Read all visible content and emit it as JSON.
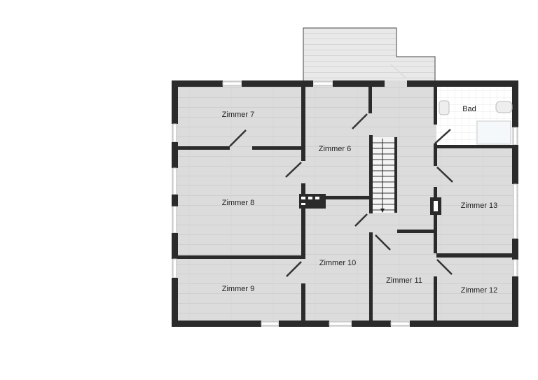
{
  "floorplan": {
    "rooms": [
      {
        "id": "zimmer-6",
        "label": "Zimmer 6"
      },
      {
        "id": "zimmer-7",
        "label": "Zimmer 7"
      },
      {
        "id": "zimmer-8",
        "label": "Zimmer 8"
      },
      {
        "id": "zimmer-9",
        "label": "Zimmer 9"
      },
      {
        "id": "zimmer-10",
        "label": "Zimmer 10"
      },
      {
        "id": "zimmer-11",
        "label": "Zimmer 11"
      },
      {
        "id": "zimmer-12",
        "label": "Zimmer 12"
      },
      {
        "id": "zimmer-13",
        "label": "Zimmer 13"
      },
      {
        "id": "bad",
        "label": "Bad"
      }
    ],
    "colors": {
      "wall": "#2b2b2b",
      "floor": "#dcdcdc",
      "tile": "#ffffff",
      "balcony": "#e6e6e6"
    }
  }
}
